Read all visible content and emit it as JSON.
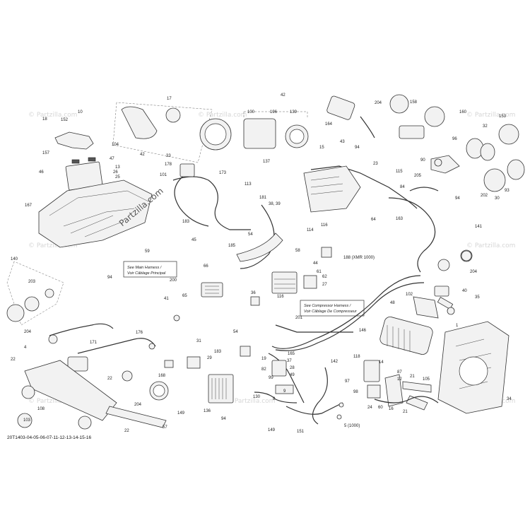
{
  "diagram": {
    "code": "20T1403-04-05-06-07-11-12-13-14-15-16",
    "brand": "Partzilla.com",
    "watermark": "© Partzilla.com",
    "notes": {
      "main_harness": [
        "See Main Harness /",
        "Voir Câblage Principal"
      ],
      "compressor_harness": [
        "See Compressor Harness /",
        "Voir Câblage De Compresseur"
      ]
    },
    "callouts": {
      "c17": "17",
      "c18": "18",
      "c10": "10",
      "c152": "152",
      "c104": "104",
      "c47": "47",
      "c157": "157",
      "c46": "46",
      "c13": "13",
      "c26": "26",
      "c25": "25",
      "c167": "167",
      "c59": "59",
      "c42a": "42",
      "c42b": "42",
      "c100": "100",
      "c196": "196",
      "c139": "139",
      "c164": "164",
      "c204a": "204",
      "c158": "158",
      "c160": "160",
      "c153": "153",
      "c32": "32",
      "c96": "96",
      "c33": "33",
      "c178": "178",
      "c173": "173",
      "c101": "101",
      "c137": "137",
      "c113": "113",
      "c181": "181",
      "c15": "15",
      "c43": "43",
      "c94a": "94",
      "c23": "23",
      "c115": "115",
      "c183": "183",
      "c45": "45",
      "c54a": "54",
      "c185": "185",
      "c38_39": "38, 39",
      "c114": "114",
      "c116a": "116",
      "c64": "64",
      "c84": "84",
      "c90": "90",
      "c205": "205",
      "c94b": "94",
      "c202": "202",
      "c30": "30",
      "c93": "93",
      "c163": "163",
      "c141": "141",
      "c188": "188 (XMR 1000)",
      "c204b": "204",
      "c140": "140",
      "c203": "203",
      "c94c": "94",
      "c204c": "204",
      "c4": "4",
      "c66": "66",
      "c200": "200",
      "c58": "58",
      "c44": "44",
      "c61": "61",
      "c62": "62",
      "c27": "27",
      "c41": "41",
      "c65": "65",
      "c36": "36",
      "c116b": "116",
      "c54b": "54",
      "c201": "201",
      "c102": "102",
      "c40": "40",
      "c35": "35",
      "c48": "48",
      "c146": "146",
      "c1": "1",
      "c176": "176",
      "c22a": "22",
      "c171": "171",
      "c29": "29",
      "c31": "31",
      "c183b": "183",
      "c22b": "22",
      "c168": "168",
      "c103": "103",
      "c22c": "22",
      "c57": "57",
      "c204d": "204",
      "c149a": "149",
      "c136": "136",
      "c94d": "94",
      "c19": "19",
      "c165": "165",
      "c82": "82",
      "c37": "37",
      "c28": "28",
      "c49": "49",
      "c99": "99",
      "c142": "142",
      "c97": "97",
      "c98": "98",
      "c118": "118",
      "c5": "5 (1000)",
      "c14": "14",
      "c87": "87",
      "c12": "12",
      "c21a": "21",
      "c21b": "21",
      "c105": "105",
      "c16": "16",
      "c60": "60",
      "c9": "9",
      "c130": "130",
      "c149b": "149",
      "c151": "151",
      "c24": "24",
      "c8": "8",
      "c108": "108",
      "c34": "34"
    }
  }
}
